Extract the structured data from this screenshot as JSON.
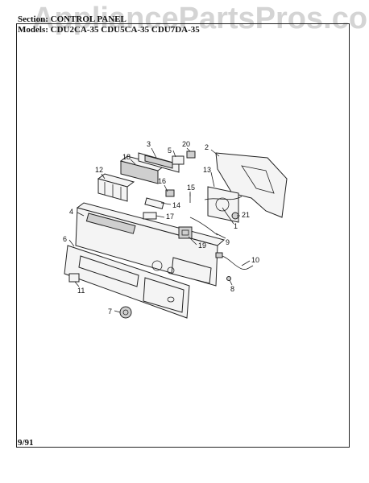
{
  "watermark": "AppliancePartsPros.com",
  "header": {
    "section": "Section: CONTROL PANEL",
    "models": "Models: CDU2CA-35 CDU5CA-35 CDU7DA-35"
  },
  "footer": {
    "date": "9/91"
  },
  "callouts": [
    "1",
    "2",
    "3",
    "4",
    "5",
    "6",
    "7",
    "8",
    "9",
    "10",
    "11",
    "12",
    "13",
    "14",
    "15",
    "16",
    "17",
    "18",
    "19",
    "20",
    "21"
  ]
}
